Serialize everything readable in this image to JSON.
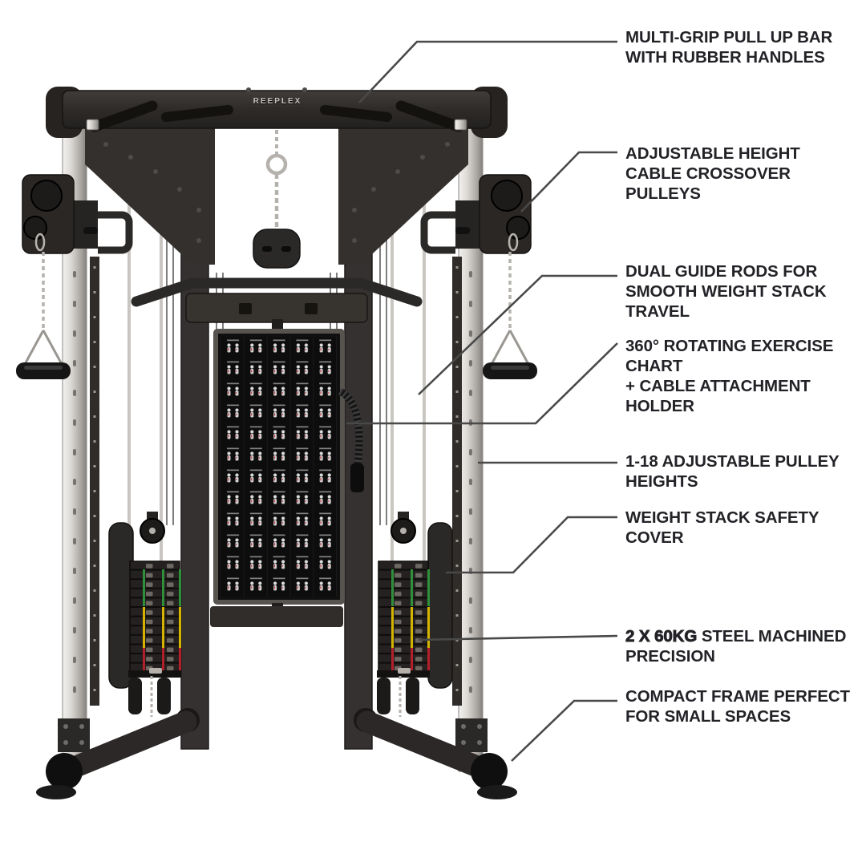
{
  "brand": "REEPLEX",
  "callouts": [
    {
      "lines": [
        "MULTI-GRIP PULL UP BAR",
        "WITH RUBBER HANDLES"
      ]
    },
    {
      "lines": [
        "ADJUSTABLE HEIGHT",
        "CABLE CROSSOVER PULLEYS"
      ]
    },
    {
      "lines": [
        "DUAL GUIDE RODS FOR",
        "SMOOTH WEIGHT STACK",
        "TRAVEL"
      ]
    },
    {
      "lines": [
        "360° ROTATING EXERCISE",
        "CHART",
        "+ CABLE ATTACHMENT",
        "HOLDER"
      ]
    },
    {
      "lines": [
        "1-18 ADJUSTABLE PULLEY",
        "HEIGHTS"
      ]
    },
    {
      "lines": [
        "WEIGHT STACK SAFETY",
        "COVER"
      ]
    },
    {
      "bold": "2 X 60KG",
      "rest": " STEEL MACHINED",
      "line2": "PRECISION"
    },
    {
      "lines": [
        "COMPACT FRAME PERFECT",
        "FOR SMALL SPACES"
      ]
    }
  ],
  "exercise_chart": {
    "columns": 5,
    "rows": 12
  },
  "colors": {
    "frame_dark": "#2e2b29",
    "chrome": "#d6d3ce",
    "leader_line": "#494949",
    "text": "#232227",
    "stack_green": "#2f8f3a",
    "stack_yellow": "#d4b400",
    "stack_red": "#b3202a"
  }
}
